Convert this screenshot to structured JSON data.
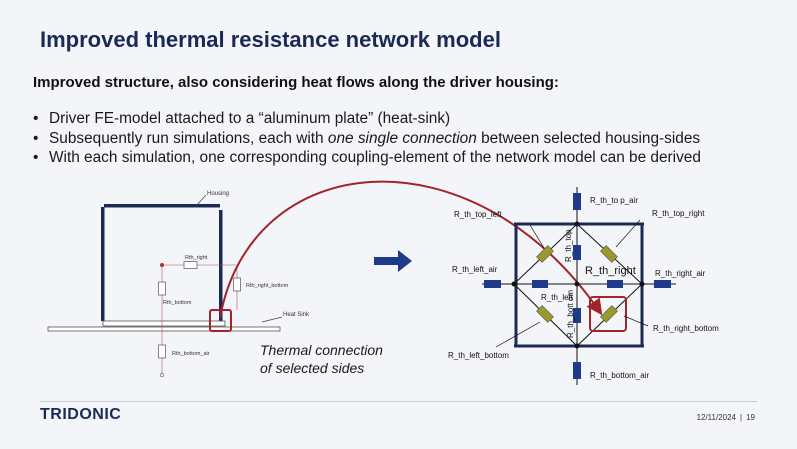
{
  "slide": {
    "title": "Improved thermal resistance network model",
    "subtitle": "Improved structure, also considering heat flows along the driver housing:",
    "bullets": {
      "b1": "Driver FE-model attached to a “aluminum plate” (heat-sink)",
      "b2_pre": "Subsequently run simulations, each with ",
      "b2_em": "one single connection",
      "b2_post": " between selected housing-sides",
      "b3": "With each simulation, one corresponding coupling-element of the network model can be derived"
    }
  },
  "left_diagram": {
    "housing": "Housing",
    "rth_right": "Rth_right",
    "rth_right_bottom": "Rth_right_bottom",
    "rth_bottom": "Rth_bottom",
    "heat_sink": "Heat Sink",
    "rth_bottom_air": "Rth_bottom_air"
  },
  "annotation": {
    "line1": "Thermal connection",
    "line2": "of selected sides"
  },
  "network": {
    "to_p_air": "R_th_to p_air",
    "top_left": "R_th_top_left",
    "top_right": "R_th_top_right",
    "top_vertical": "R_th_top",
    "left_air": "R_th_left_air",
    "right": "R_th_right",
    "right_air": "R_th_right_air",
    "left": "R_th_left",
    "bottom_vertical": "R_th_bott om",
    "right_bottom": "R_th_right_bottom",
    "left_bottom": "R_th_left_bottom",
    "bottom_air": "R_th_bottom_air"
  },
  "footer": {
    "logo": "TRIDONIC",
    "date": "12/11/2024",
    "separator": "|",
    "page": "19"
  },
  "colors": {
    "title": "#1b2a55",
    "frame": "#1b2a55",
    "resistor_air": "#1f3a8a",
    "resistor_internal": "#8a8a1e",
    "highlight": "#a0242a"
  }
}
